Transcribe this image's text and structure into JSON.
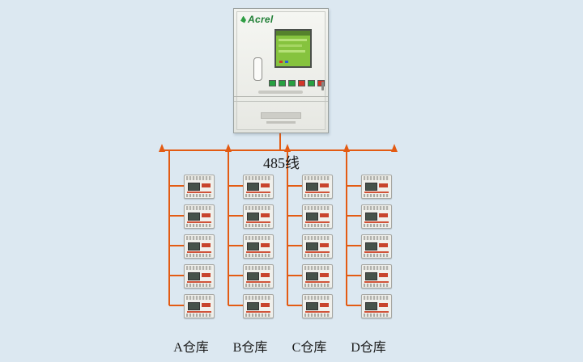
{
  "background": "#dce8f1",
  "cabinet": {
    "brand": "Acrel",
    "brand_color": "#1e7e34"
  },
  "bus": {
    "label": "485线",
    "color": "#e35b13"
  },
  "columns": [
    {
      "label": "A仓库",
      "devices": 5
    },
    {
      "label": "B仓库",
      "devices": 5
    },
    {
      "label": "C仓库",
      "devices": 5
    },
    {
      "label": "D仓库",
      "devices": 5
    }
  ]
}
